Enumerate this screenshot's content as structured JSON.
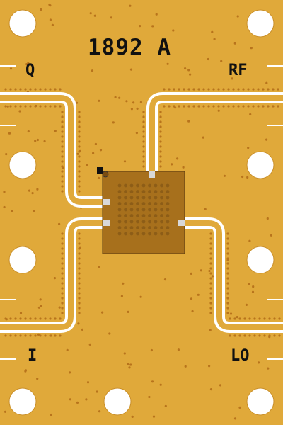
{
  "board": {
    "part_number": "1892 A",
    "ports": {
      "q": "Q",
      "rf": "RF",
      "i": "I",
      "lo": "LO"
    }
  },
  "colors": {
    "substrate": "#e0a93a",
    "via": "#b8741c",
    "trace_gap": "#ffffff",
    "chip": "#a7701c",
    "chip_outline": "#5a3a10",
    "chip_via": "#8d5d17",
    "pad": "#d8d8d8",
    "mounting_hole": "#ffffff",
    "text": "#111111"
  }
}
